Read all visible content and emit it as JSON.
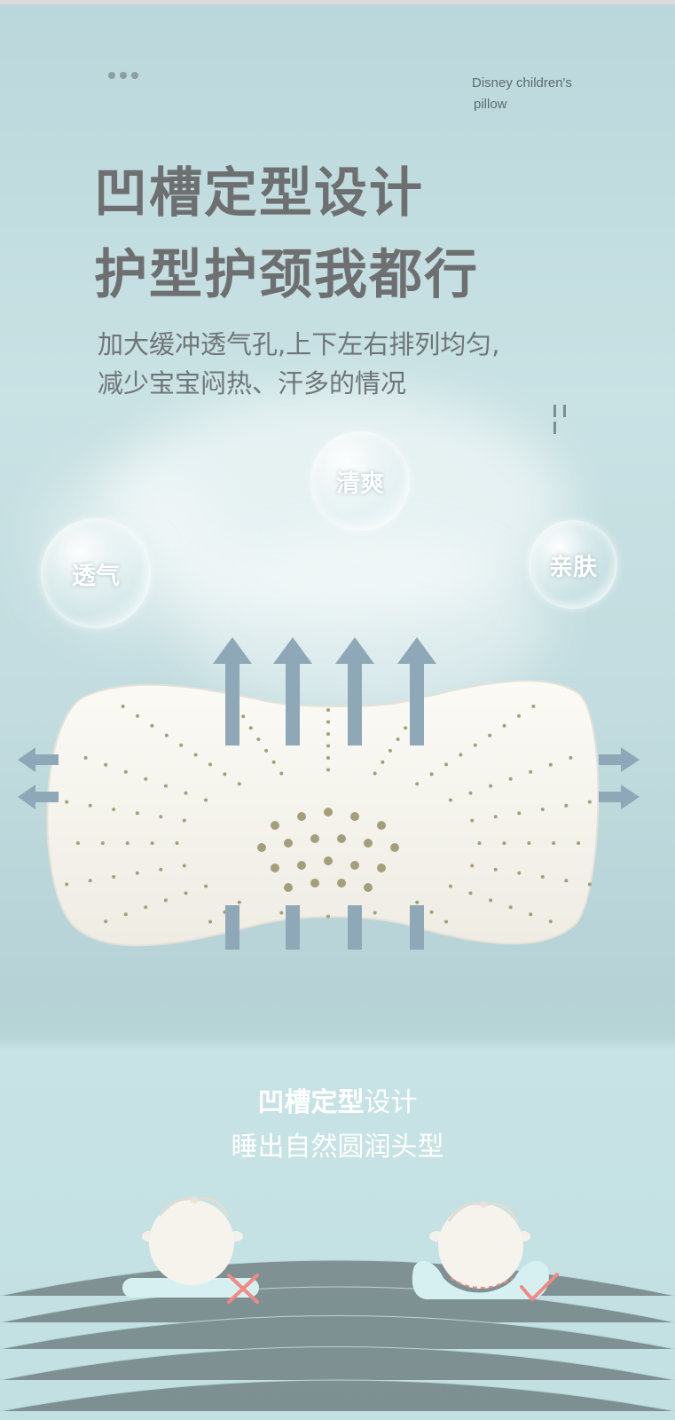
{
  "brand": {
    "line1": "Disney children's",
    "line2": "pillow"
  },
  "headline": {
    "line1": "凹槽定型设计",
    "line2": "护型护颈我都行"
  },
  "subtitle": {
    "line1": "加大缓冲透气孔,上下左右排列均匀,",
    "line2": "减少宝宝闷热、汗多的情况"
  },
  "bubbles": {
    "left": "透气",
    "middle": "清爽",
    "right": "亲肤"
  },
  "section2": {
    "bold": "凹槽定型",
    "rest": "设计",
    "line2": "睡出自然圆润头型"
  },
  "colors": {
    "arrow": "#8fa8b7",
    "cross": "#f08a86",
    "check": "#f08a86",
    "pillow": "#f7f6f0",
    "hole": "#a49f7a"
  },
  "icons": [
    "arrow-up-icon",
    "arrow-left-icon",
    "arrow-right-icon",
    "cross-icon",
    "check-icon"
  ]
}
